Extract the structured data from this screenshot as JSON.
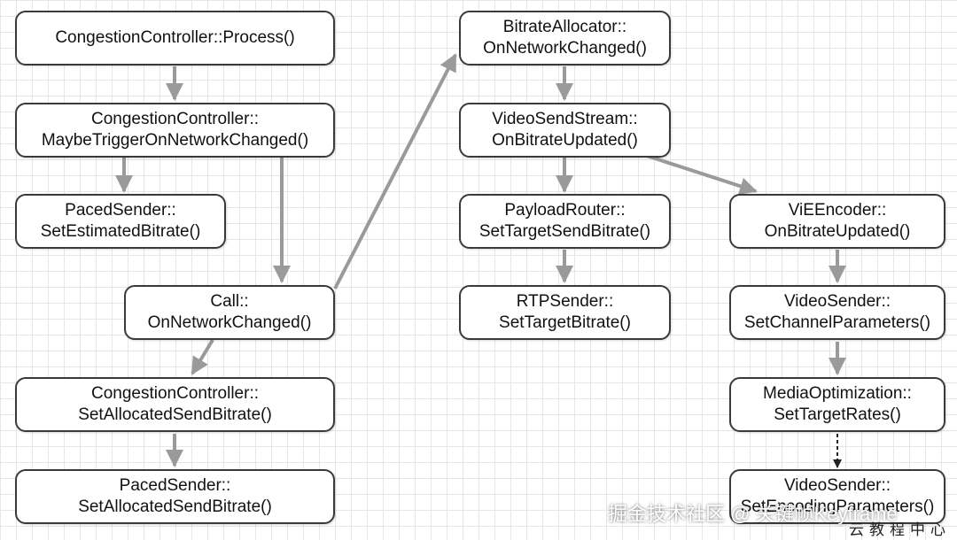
{
  "nodes": {
    "process": {
      "l1": "CongestionController::Process()",
      "l2": ""
    },
    "maybe": {
      "l1": "CongestionController::",
      "l2": "MaybeTriggerOnNetworkChanged()"
    },
    "paced_est": {
      "l1": "PacedSender::",
      "l2": "SetEstimatedBitrate()"
    },
    "call": {
      "l1": "Call::",
      "l2": "OnNetworkChanged()"
    },
    "cc_alloc": {
      "l1": "CongestionController::",
      "l2": "SetAllocatedSendBitrate()"
    },
    "paced_alloc": {
      "l1": "PacedSender::",
      "l2": "SetAllocatedSendBitrate()"
    },
    "bitrate_alloc": {
      "l1": "BitrateAllocator::",
      "l2": "OnNetworkChanged()"
    },
    "vss": {
      "l1": "VideoSendStream::",
      "l2": "OnBitrateUpdated()"
    },
    "payload": {
      "l1": "PayloadRouter::",
      "l2": "SetTargetSendBitrate()"
    },
    "rtp": {
      "l1": "RTPSender::",
      "l2": "SetTargetBitrate()"
    },
    "vie": {
      "l1": "ViEEncoder::",
      "l2": "OnBitrateUpdated()"
    },
    "vsender_ch": {
      "l1": "VideoSender::",
      "l2": "SetChannelParameters()"
    },
    "media_opt": {
      "l1": "MediaOptimization::",
      "l2": "SetTargetRates()"
    },
    "vsender_last": {
      "l1": "VideoSender::",
      "l2": "SetEncodingParameters()"
    }
  },
  "watermark": {
    "line1": "掘金技术社区 @ 关键帧Keyframe",
    "line2": "云教程中心"
  },
  "colors": {
    "arrow": "#9a9a9a",
    "border": "#3a3a3a",
    "grid": "#e6e6e6"
  }
}
